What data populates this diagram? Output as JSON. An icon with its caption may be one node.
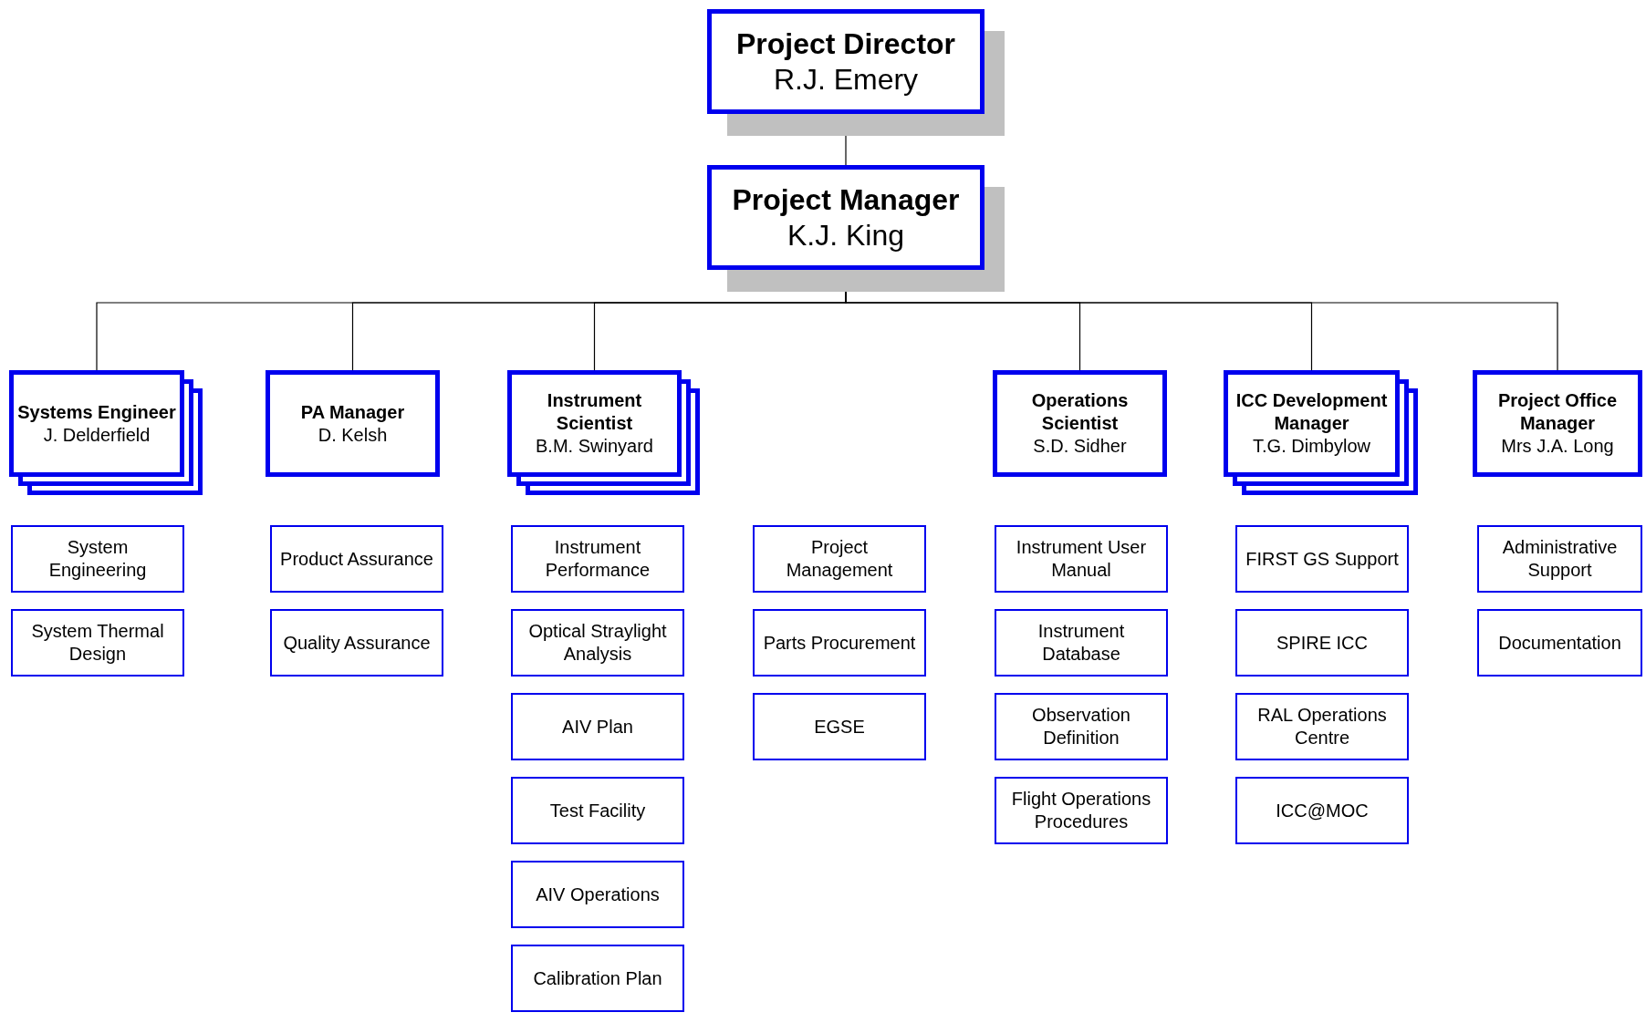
{
  "diagram": {
    "nodes": [
      {
        "text": [
          "Project Director",
          "R.J. Emery"
        ]
      },
      {
        "text": [
          "Project Manager",
          "K.J. King"
        ]
      },
      {
        "text": [
          "Systems Engineer",
          "J. Delderfield"
        ]
      },
      {
        "text": [
          "PA Manager",
          "D. Kelsh"
        ]
      },
      {
        "text": [
          "Instrument Scientist",
          "B.M. Swinyard"
        ]
      },
      {
        "text": [
          "Operations Scientist",
          "S.D. Sidher"
        ]
      },
      {
        "text": [
          "ICC Development Manager",
          "T.G. Dimbylow"
        ]
      },
      {
        "text": [
          "Project Office Manager",
          "Mrs J.A. Long"
        ]
      },
      {
        "text": [
          "System Engineering"
        ]
      },
      {
        "text": [
          "System Thermal Design"
        ]
      },
      {
        "text": [
          "Product Assurance"
        ]
      },
      {
        "text": [
          "Quality Assurance"
        ]
      },
      {
        "text": [
          "Instrument Performance"
        ]
      },
      {
        "text": [
          "Optical Straylight Analysis"
        ]
      },
      {
        "text": [
          "AIV  Plan"
        ]
      },
      {
        "text": [
          "Test Facility"
        ]
      },
      {
        "text": [
          "AIV Operations"
        ]
      },
      {
        "text": [
          "Calibration Plan"
        ]
      },
      {
        "text": [
          "Project Management"
        ]
      },
      {
        "text": [
          "Parts Procurement"
        ]
      },
      {
        "text": [
          "EGSE"
        ]
      },
      {
        "text": [
          "Instrument User Manual"
        ]
      },
      {
        "text": [
          "Instrument Database"
        ]
      },
      {
        "text": [
          "Observation Definition"
        ]
      },
      {
        "text": [
          "Flight Operations Procedures"
        ]
      },
      {
        "text": [
          "FIRST GS Support"
        ]
      },
      {
        "text": [
          "SPIRE ICC"
        ]
      },
      {
        "text": [
          "RAL Operations Centre"
        ]
      },
      {
        "text": [
          "ICC@MOC"
        ]
      },
      {
        "text": [
          "Administrative Support"
        ]
      },
      {
        "text": [
          "Documentation"
        ]
      }
    ],
    "edges": [
      {
        "from": 0,
        "to": 1,
        "arrow": "none"
      },
      {
        "from": 1,
        "to": 2,
        "arrow": "none"
      },
      {
        "from": 1,
        "to": 3,
        "arrow": "none"
      },
      {
        "from": 1,
        "to": 4,
        "arrow": "none"
      },
      {
        "from": 1,
        "to": 5,
        "arrow": "none"
      },
      {
        "from": 1,
        "to": 6,
        "arrow": "none"
      },
      {
        "from": 1,
        "to": 7,
        "arrow": "none"
      }
    ]
  }
}
